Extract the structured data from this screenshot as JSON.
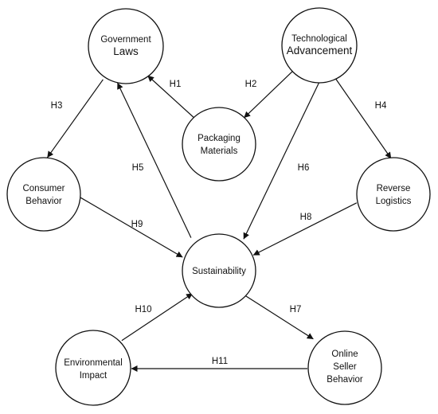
{
  "colors": {
    "stroke": "#111111",
    "fill": "#ffffff",
    "text": "#111111"
  },
  "nodes": {
    "government_laws": {
      "line1": "Government",
      "line2": "Laws"
    },
    "technological_advancement": {
      "line1": "Technological",
      "line2": "Advancement"
    },
    "packaging_materials": {
      "line1": "Packaging",
      "line2": "Materials"
    },
    "consumer_behavior": {
      "line1": "Consumer",
      "line2": "Behavior"
    },
    "reverse_logistics": {
      "line1": "Reverse",
      "line2": "Logistics"
    },
    "sustainability": {
      "line1": "Sustainability"
    },
    "environmental_impact": {
      "line1": "Environmental",
      "line2": "Impact"
    },
    "online_seller_behavior": {
      "line1": "Online",
      "line2": "Seller",
      "line3": "Behavior"
    }
  },
  "edges": [
    {
      "id": "H1",
      "label": "H1",
      "from": "Packaging Materials",
      "to": "Government Laws"
    },
    {
      "id": "H2",
      "label": "H2",
      "from": "Technological Advancement",
      "to": "Packaging Materials"
    },
    {
      "id": "H3",
      "label": "H3",
      "from": "Government Laws",
      "to": "Consumer Behavior"
    },
    {
      "id": "H4",
      "label": "H4",
      "from": "Technological Advancement",
      "to": "Reverse Logistics"
    },
    {
      "id": "H5",
      "label": "H5",
      "from": "Sustainability",
      "to": "Government Laws"
    },
    {
      "id": "H6",
      "label": "H6",
      "from": "Technological Advancement",
      "to": "Sustainability"
    },
    {
      "id": "H7",
      "label": "H7",
      "from": "Sustainability",
      "to": "Online Seller Behavior"
    },
    {
      "id": "H8",
      "label": "H8",
      "from": "Reverse Logistics",
      "to": "Sustainability"
    },
    {
      "id": "H9",
      "label": "H9",
      "from": "Consumer Behavior",
      "to": "Sustainability"
    },
    {
      "id": "H10",
      "label": "H10",
      "from": "Environmental Impact",
      "to": "Sustainability"
    },
    {
      "id": "H11",
      "label": "H11",
      "from": "Online Seller Behavior",
      "to": "Environmental Impact"
    }
  ]
}
